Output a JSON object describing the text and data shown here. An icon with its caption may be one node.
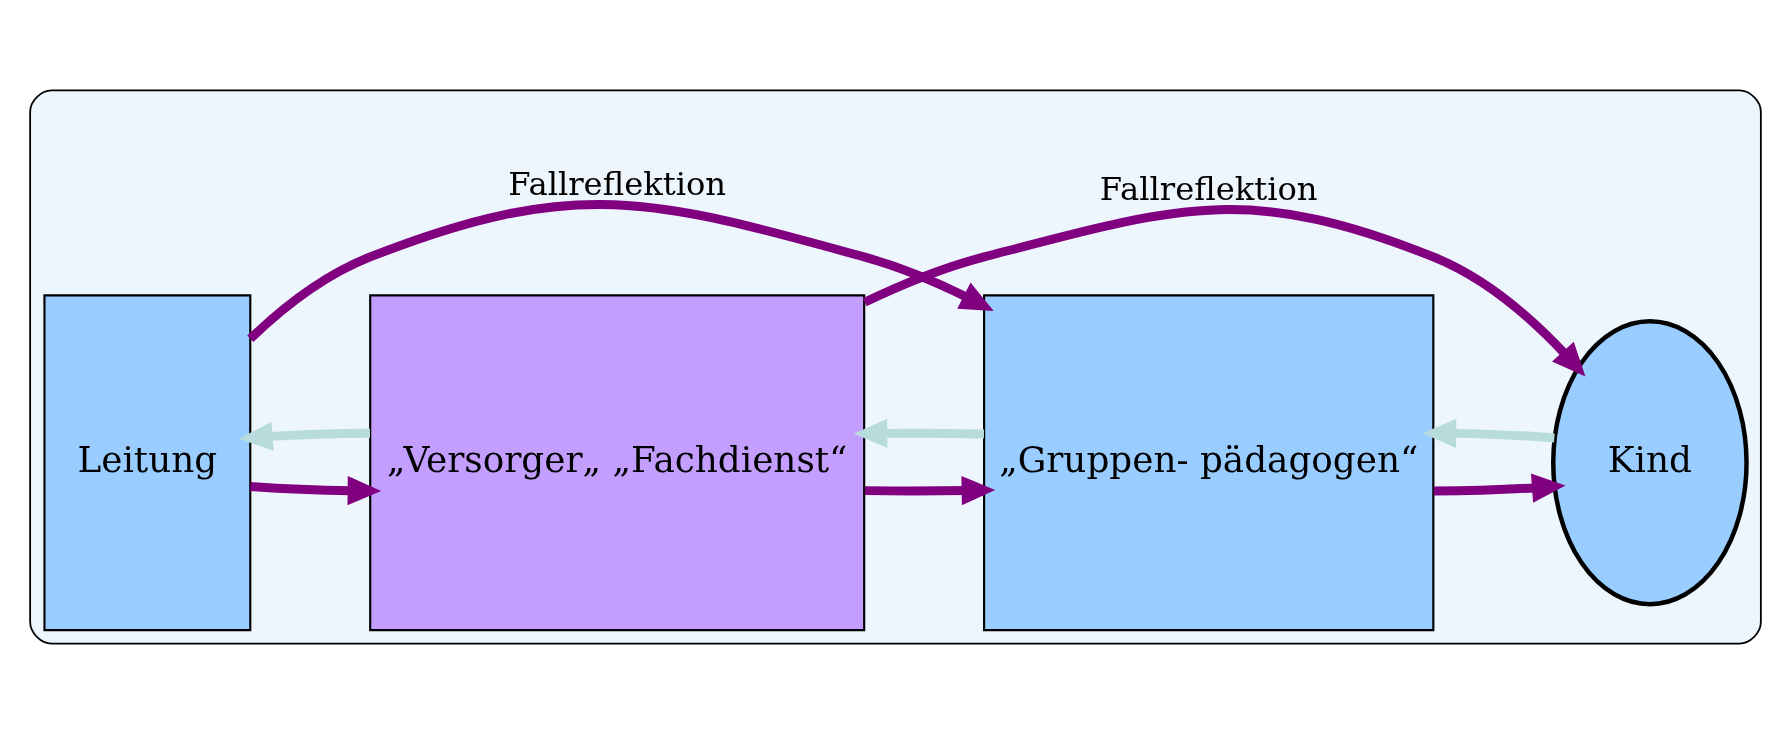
{
  "diagram": {
    "nodes": [
      {
        "text": [],
        "shape": "ellipse"
      },
      {
        "text": [
          "Leitung"
        ],
        "in": 0
      },
      {
        "text": [
          "„Versorger„ „Fachdienst“"
        ],
        "in": 0
      },
      {
        "text": [
          "„Gruppen- pädagogen“"
        ],
        "in": 0
      },
      {
        "text": [
          "Kind"
        ],
        "in": 0
      }
    ],
    "edges": [
      {
        "from": 1,
        "to": 2,
        "arrow": "to"
      },
      {
        "from": 2,
        "to": 1,
        "arrow": "to",
        "color": "#b8dcdc"
      },
      {
        "from": 2,
        "to": 3,
        "arrow": "to"
      },
      {
        "from": 3,
        "to": 2,
        "arrow": "to",
        "color": "#b8dcdc"
      },
      {
        "from": 3,
        "to": 4,
        "arrow": "to"
      },
      {
        "from": 4,
        "to": 3,
        "arrow": "to",
        "color": "#b8dcdc"
      },
      {
        "from": 1,
        "to": 3,
        "arrow": "to",
        "label": "Fallreflektion"
      },
      {
        "from": 2,
        "to": 4,
        "arrow": "to",
        "label": "Fallreflektion"
      }
    ]
  }
}
